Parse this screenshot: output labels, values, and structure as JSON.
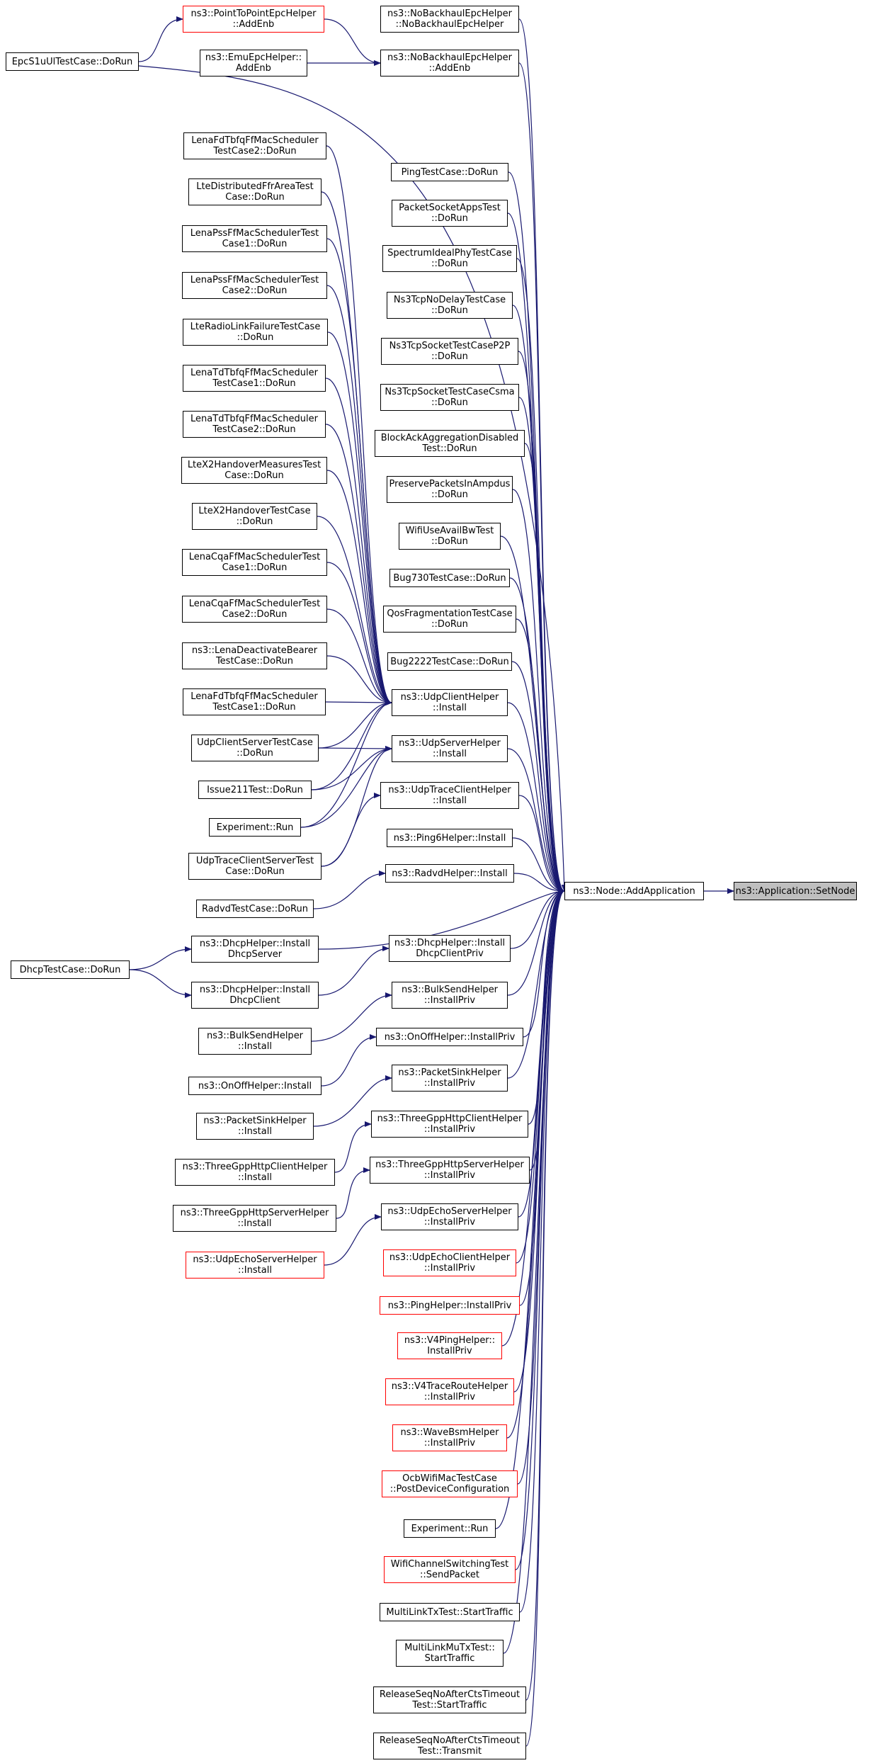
{
  "colors": {
    "edge": "#191970",
    "border": "#000000",
    "undocumented": "#ff0000",
    "focus_fill": "#bfbfbf"
  },
  "nodes": {
    "setnode": {
      "label": "ns3::Application::SetNode",
      "focus": true
    },
    "addapp": {
      "label": "ns3::Node::AddApplication"
    },
    "nobh_noepc": {
      "label": "ns3::NoBackhaulEpcHelper\n::NoBackhaulEpcHelper"
    },
    "p2p_addenb": {
      "label": "ns3::PointToPointEpcHelper\n::AddEnb",
      "undocumented": true
    },
    "emu_addenb": {
      "label": "ns3::EmuEpcHelper::\nAddEnb"
    },
    "nobh_addenb": {
      "label": "ns3::NoBackhaulEpcHelper\n::AddEnb"
    },
    "epcs1u": {
      "label": "EpcS1uUlTestCase::DoRun"
    },
    "fdtbfq2": {
      "label": "LenaFdTbfqFfMacScheduler\nTestCase2::DoRun"
    },
    "ltedistffr": {
      "label": "LteDistributedFfrAreaTest\nCase::DoRun"
    },
    "pss1": {
      "label": "LenaPssFfMacSchedulerTest\nCase1::DoRun"
    },
    "pss2": {
      "label": "LenaPssFfMacSchedulerTest\nCase2::DoRun"
    },
    "rlf": {
      "label": "LteRadioLinkFailureTestCase\n::DoRun"
    },
    "tdtbfq1": {
      "label": "LenaTdTbfqFfMacScheduler\nTestCase1::DoRun"
    },
    "tdtbfq2": {
      "label": "LenaTdTbfqFfMacScheduler\nTestCase2::DoRun"
    },
    "x2meas": {
      "label": "LteX2HandoverMeasuresTest\nCase::DoRun"
    },
    "x2ho": {
      "label": "LteX2HandoverTestCase\n::DoRun"
    },
    "cqa1": {
      "label": "LenaCqaFfMacSchedulerTest\nCase1::DoRun"
    },
    "cqa2": {
      "label": "LenaCqaFfMacSchedulerTest\nCase2::DoRun"
    },
    "deact": {
      "label": "ns3::LenaDeactivateBearer\nTestCase::DoRun"
    },
    "fdtbfq1": {
      "label": "LenaFdTbfqFfMacScheduler\nTestCase1::DoRun"
    },
    "udpcstc": {
      "label": "UdpClientServerTestCase\n::DoRun"
    },
    "issue211": {
      "label": "Issue211Test::DoRun"
    },
    "exprun1": {
      "label": "Experiment::Run"
    },
    "udptracetc": {
      "label": "UdpTraceClientServerTest\nCase::DoRun"
    },
    "radvdtc": {
      "label": "RadvdTestCase::DoRun"
    },
    "dhcptc": {
      "label": "DhcpTestCase::DoRun"
    },
    "dhcp_srv": {
      "label": "ns3::DhcpHelper::Install\nDhcpServer"
    },
    "dhcp_cli": {
      "label": "ns3::DhcpHelper::Install\nDhcpClient"
    },
    "bulk_inst": {
      "label": "ns3::BulkSendHelper\n::Install"
    },
    "onoff_inst": {
      "label": "ns3::OnOffHelper::Install"
    },
    "psink_inst": {
      "label": "ns3::PacketSinkHelper\n::Install"
    },
    "tgpp_cli_inst": {
      "label": "ns3::ThreeGppHttpClientHelper\n::Install"
    },
    "tgpp_srv_inst": {
      "label": "ns3::ThreeGppHttpServerHelper\n::Install"
    },
    "udpecho_srv_inst": {
      "label": "ns3::UdpEchoServerHelper\n::Install",
      "undocumented": true
    },
    "ping_tc": {
      "label": "PingTestCase::DoRun"
    },
    "pktsock": {
      "label": "PacketSocketAppsTest\n::DoRun"
    },
    "spectrum": {
      "label": "SpectrumIdealPhyTestCase\n::DoRun"
    },
    "tcpnodelay": {
      "label": "Ns3TcpNoDelayTestCase\n::DoRun"
    },
    "tcpp2p": {
      "label": "Ns3TcpSocketTestCaseP2P\n::DoRun"
    },
    "tcpcsma": {
      "label": "Ns3TcpSocketTestCaseCsma\n::DoRun"
    },
    "blockack": {
      "label": "BlockAckAggregationDisabled\nTest::DoRun"
    },
    "preserve": {
      "label": "PreservePacketsInAmpdus\n::DoRun"
    },
    "wifiavail": {
      "label": "WifiUseAvailBwTest\n::DoRun"
    },
    "bug730": {
      "label": "Bug730TestCase::DoRun"
    },
    "qosfrag": {
      "label": "QosFragmentationTestCase\n::DoRun"
    },
    "bug2222": {
      "label": "Bug2222TestCase::DoRun"
    },
    "udpclient_inst": {
      "label": "ns3::UdpClientHelper\n::Install"
    },
    "udpserver_inst": {
      "label": "ns3::UdpServerHelper\n::Install"
    },
    "udptrace_inst": {
      "label": "ns3::UdpTraceClientHelper\n::Install"
    },
    "ping6_inst": {
      "label": "ns3::Ping6Helper::Install"
    },
    "radvd_inst": {
      "label": "ns3::RadvdHelper::Install"
    },
    "dhcp_clipriv": {
      "label": "ns3::DhcpHelper::Install\nDhcpClientPriv"
    },
    "bulk_priv": {
      "label": "ns3::BulkSendHelper\n::InstallPriv"
    },
    "onoff_priv": {
      "label": "ns3::OnOffHelper::InstallPriv"
    },
    "psink_priv": {
      "label": "ns3::PacketSinkHelper\n::InstallPriv"
    },
    "tgpp_cli_priv": {
      "label": "ns3::ThreeGppHttpClientHelper\n::InstallPriv"
    },
    "tgpp_srv_priv": {
      "label": "ns3::ThreeGppHttpServerHelper\n::InstallPriv"
    },
    "udpecho_srv_priv": {
      "label": "ns3::UdpEchoServerHelper\n::InstallPriv"
    },
    "udpecho_cli_priv": {
      "label": "ns3::UdpEchoClientHelper\n::InstallPriv",
      "undocumented": true
    },
    "ping_priv": {
      "label": "ns3::PingHelper::InstallPriv",
      "undocumented": true
    },
    "v4ping_priv": {
      "label": "ns3::V4PingHelper::\nInstallPriv",
      "undocumented": true
    },
    "v4trace_priv": {
      "label": "ns3::V4TraceRouteHelper\n::InstallPriv",
      "undocumented": true
    },
    "wavebsm_priv": {
      "label": "ns3::WaveBsmHelper\n::InstallPriv",
      "undocumented": true
    },
    "ocb": {
      "label": "OcbWifiMacTestCase\n::PostDeviceConfiguration",
      "undocumented": true
    },
    "exprun2": {
      "label": "Experiment::Run"
    },
    "wifichsw": {
      "label": "WifiChannelSwitchingTest\n::SendPacket",
      "undocumented": true
    },
    "mltx": {
      "label": "MultiLinkTxTest::StartTraffic"
    },
    "mlmutx": {
      "label": "MultiLinkMuTxTest::\nStartTraffic"
    },
    "relseq1": {
      "label": "ReleaseSeqNoAfterCtsTimeout\nTest::StartTraffic"
    },
    "relseq2": {
      "label": "ReleaseSeqNoAfterCtsTimeout\nTest::Transmit"
    }
  }
}
